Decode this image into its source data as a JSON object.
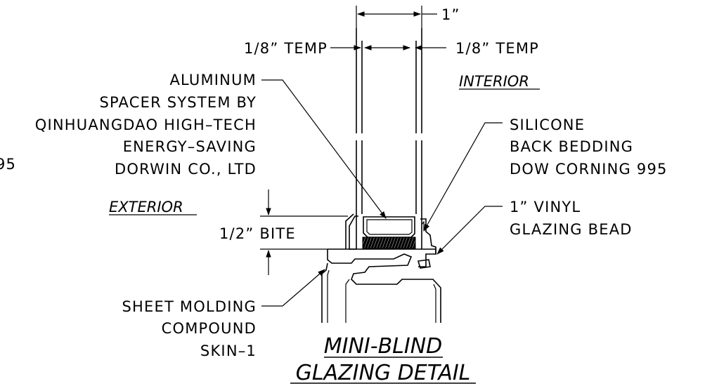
{
  "dims": {
    "overall": "1”",
    "temp_left": "1/8” TEMP",
    "temp_right": "1/8” TEMP",
    "bite": "1/2” BITE"
  },
  "labels": {
    "interior": "INTERIOR",
    "exterior": "EXTERIOR",
    "fragment_left": "95",
    "aluminum": [
      "ALUMINUM",
      "SPACER SYSTEM BY",
      "QINHUANGDAO HIGH–TECH",
      "ENERGY–SAVING",
      "DORWIN CO., LTD"
    ],
    "silicone": [
      "SILICONE",
      "BACK BEDDING",
      "DOW CORNING 995"
    ],
    "vinyl": [
      "1” VINYL",
      "GLAZING BEAD"
    ],
    "sheet": [
      "SHEET MOLDING",
      "COMPOUND",
      "SKIN–1"
    ]
  },
  "title": [
    "MINI-BLIND",
    "GLAZING DETAIL"
  ]
}
